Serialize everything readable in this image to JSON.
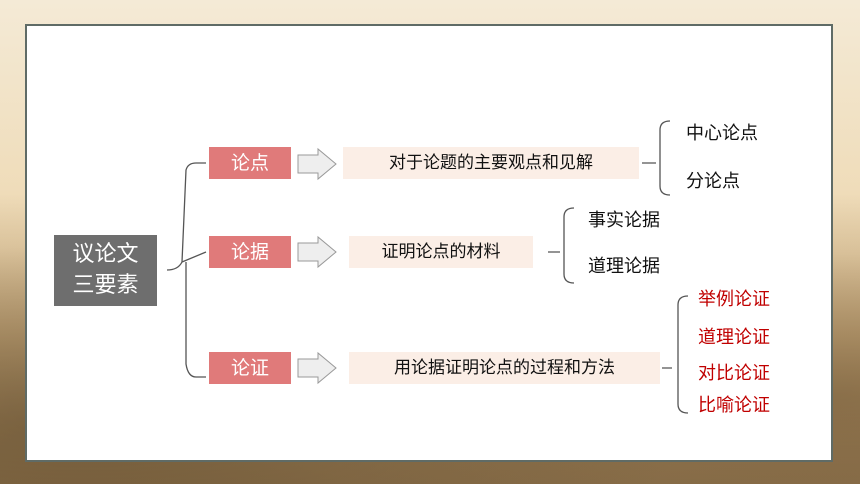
{
  "root": {
    "line1": "议论文",
    "line2": "三要素"
  },
  "branches": [
    {
      "label": "论点",
      "description": "对于论题的主要观点和见解",
      "children": [
        "中心论点",
        "分论点"
      ]
    },
    {
      "label": "论据",
      "description": "证明论点的材料",
      "children": [
        "事实论据",
        "道理论据"
      ]
    },
    {
      "label": "论证",
      "description": "用论据证明论点的过程和方法",
      "children": [
        "举例论证",
        "道理论证",
        "对比论证",
        "比喻论证"
      ]
    }
  ],
  "colors": {
    "root_fill": "#6e6e6e",
    "label_fill": "#e07a7a",
    "description_fill": "#fbeee6",
    "method_text": "#c00000",
    "arrow_fill": "#eeeeee"
  }
}
